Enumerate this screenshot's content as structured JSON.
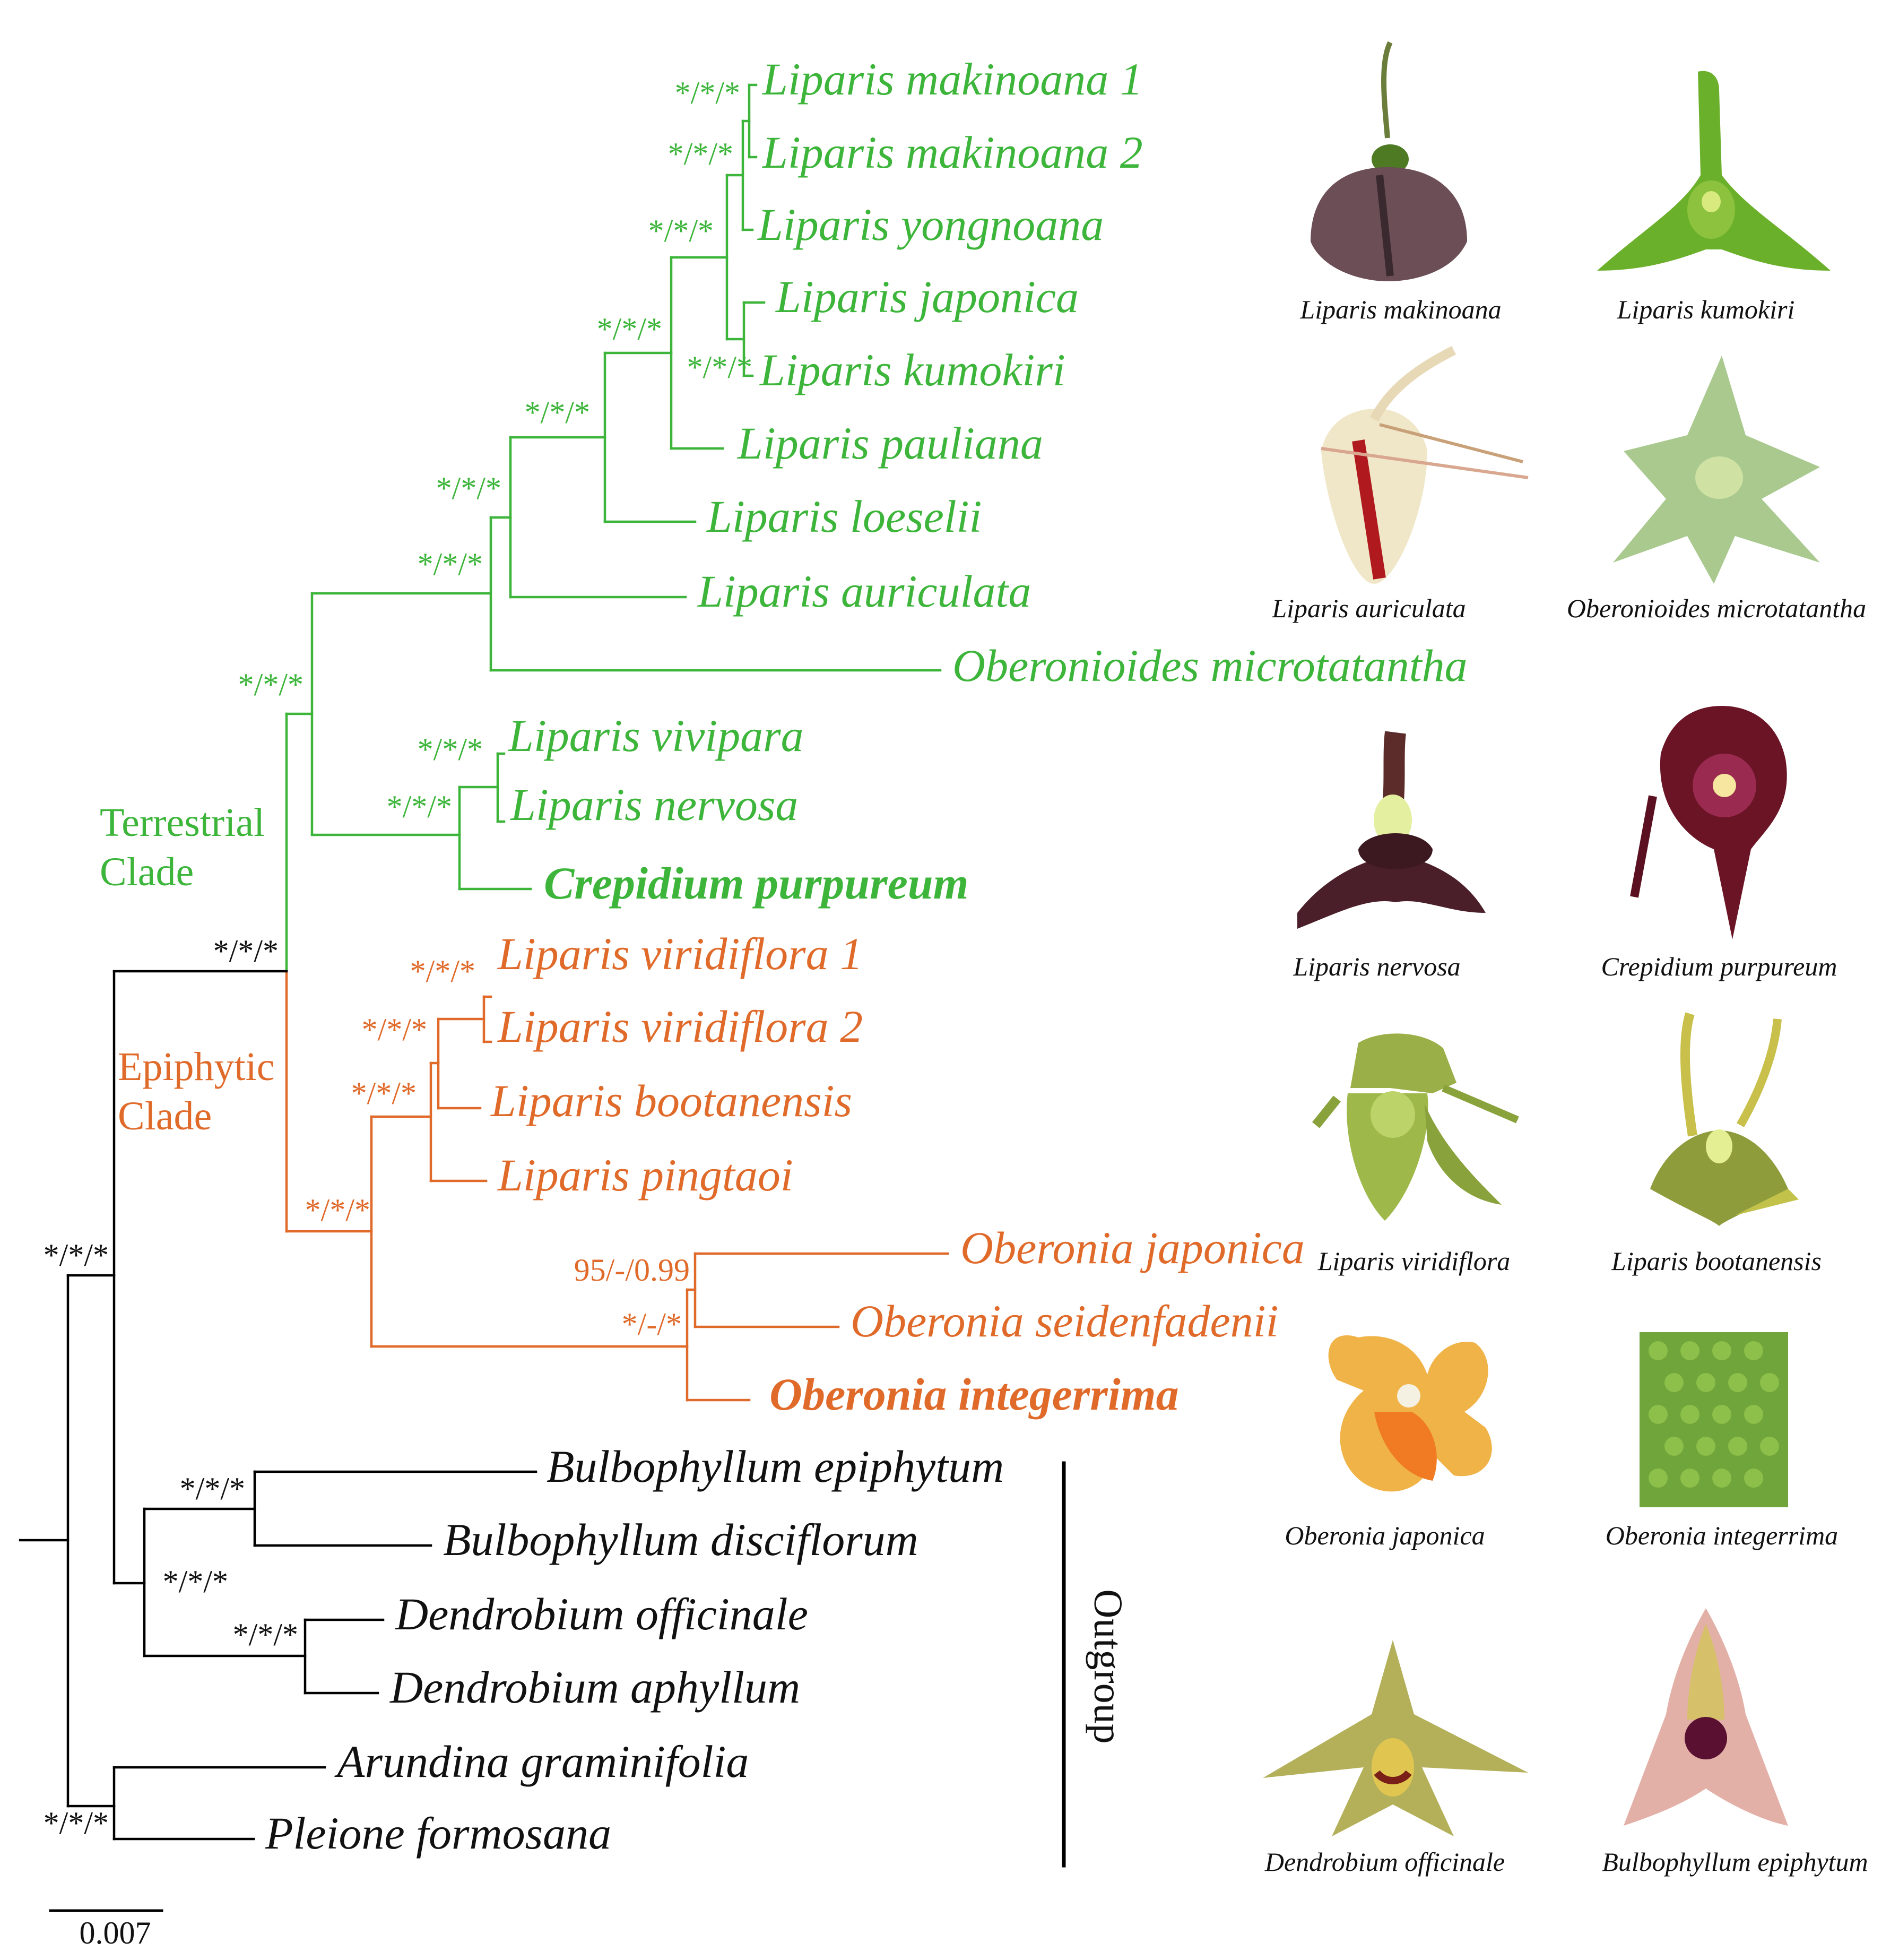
{
  "colors": {
    "terrestrial": "#3cb53a",
    "epiphytic": "#e06a2a",
    "outgroup": "#000000"
  },
  "taxa": {
    "liparis_makinoana_1": "Liparis makinoana 1",
    "liparis_makinoana_2": "Liparis makinoana 2",
    "liparis_yongnoana": "Liparis yongnoana",
    "liparis_japonica": "Liparis japonica",
    "liparis_kumokiri": "Liparis kumokiri",
    "liparis_pauliana": "Liparis pauliana",
    "liparis_loeselii": "Liparis loeselii",
    "liparis_auriculata": "Liparis auriculata",
    "oberonioides_microtatantha": "Oberonioides microtatantha",
    "liparis_vivipara": "Liparis vivipara",
    "liparis_nervosa": "Liparis nervosa",
    "crepidium_purpureum": "Crepidium purpureum",
    "liparis_viridiflora_1": "Liparis viridiflora 1",
    "liparis_viridiflora_2": "Liparis viridiflora 2",
    "liparis_bootanensis": "Liparis bootanensis",
    "liparis_pingtaoi": "Liparis pingtaoi",
    "oberonia_japonica": "Oberonia japonica",
    "oberonia_seidenfadenii": "Oberonia seidenfadenii",
    "oberonia_integerrima": "Oberonia integerrima",
    "bulbophyllum_epiphytum": "Bulbophyllum epiphytum",
    "bulbophyllum_disciflorum": "Bulbophyllum disciflorum",
    "dendrobium_officinale": "Dendrobium officinale",
    "dendrobium_aphyllum": "Dendrobium aphyllum",
    "arundina_graminifolia": "Arundina graminifolia",
    "pleione_formosana": "Pleione formosana"
  },
  "support": {
    "all": "*/*/*",
    "oberonia_japonica_seidenfadenii": "95/-/0.99",
    "oberonia_genus": "*/-/*"
  },
  "clades": {
    "terrestrial_line1": "Terrestrial",
    "terrestrial_line2": "Clade",
    "epiphytic_line1": "Epiphytic",
    "epiphytic_line2": "Clade",
    "outgroup": "Outgroup"
  },
  "scale_bar": "0.007",
  "photos": [
    {
      "caption": "Liparis makinoana",
      "icon": "flower-photo"
    },
    {
      "caption": "Liparis kumokiri",
      "icon": "flower-photo"
    },
    {
      "caption": "Liparis auriculata",
      "icon": "flower-photo"
    },
    {
      "caption": "Oberonioides microtatantha",
      "icon": "flower-photo"
    },
    {
      "caption": "Liparis nervosa",
      "icon": "flower-photo"
    },
    {
      "caption": "Crepidium purpureum",
      "icon": "flower-photo"
    },
    {
      "caption": "Liparis viridiflora",
      "icon": "flower-photo"
    },
    {
      "caption": "Liparis bootanensis",
      "icon": "flower-photo"
    },
    {
      "caption": "Oberonia japonica",
      "icon": "flower-photo"
    },
    {
      "caption": "Oberonia integerrima",
      "icon": "flower-photo"
    },
    {
      "caption": "Dendrobium officinale",
      "icon": "flower-photo"
    },
    {
      "caption": "Bulbophyllum epiphytum",
      "icon": "flower-photo"
    }
  ]
}
